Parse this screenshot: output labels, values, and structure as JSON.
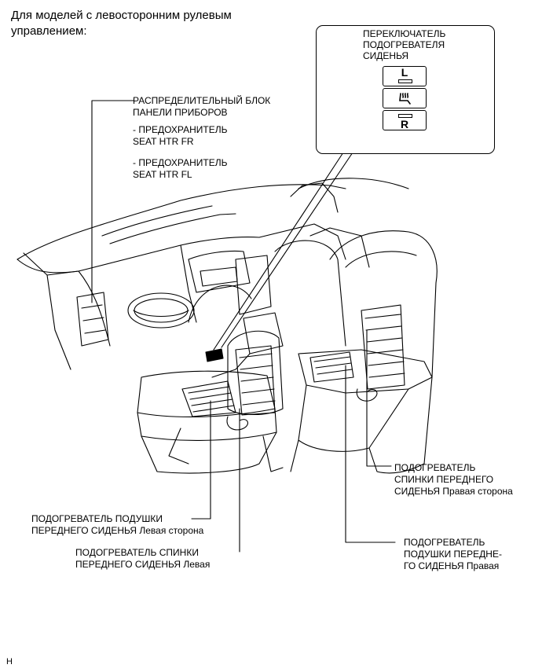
{
  "header": {
    "title": "Для моделей с левосторонним рулевым\nуправлением:"
  },
  "labels": {
    "junction_block": "РАСПРЕДЕЛИТЕЛЬНЫЙ БЛОК\nПАНЕЛИ ПРИБОРОВ",
    "fuse_fr": "- ПРЕДОХРАНИТЕЛЬ\nSEAT HTR FR",
    "fuse_fl": "- ПРЕДОХРАНИТЕЛЬ\nSEAT HTR FL",
    "cushion_left": "ПОДОГРЕВАТЕЛЬ ПОДУШКИ\nПЕРЕДНЕГО СИДЕНЬЯ Левая сторона",
    "back_left": "ПОДОГРЕВАТЕЛЬ СПИНКИ\nПЕРЕДНЕГО СИДЕНЬЯ Левая",
    "back_right": "ПОДОГРЕВАТЕЛЬ\nСПИНКИ ПЕРЕДНЕГО\nСИДЕНЬЯ Правая сторона",
    "cushion_right": "ПОДОГРЕВАТЕЛЬ\nПОДУШКИ ПЕРЕДНЕ-\nГО СИДЕНЬЯ Правая"
  },
  "switch": {
    "title": "ПЕРЕКЛЮЧАТЕЛЬ\nПОДОГРЕВАТЕЛЯ\nСИДЕНЬЯ",
    "key_left": "L",
    "key_right": "R",
    "center_icon": "seat-heater-icon"
  },
  "footer": {
    "code": "H"
  }
}
